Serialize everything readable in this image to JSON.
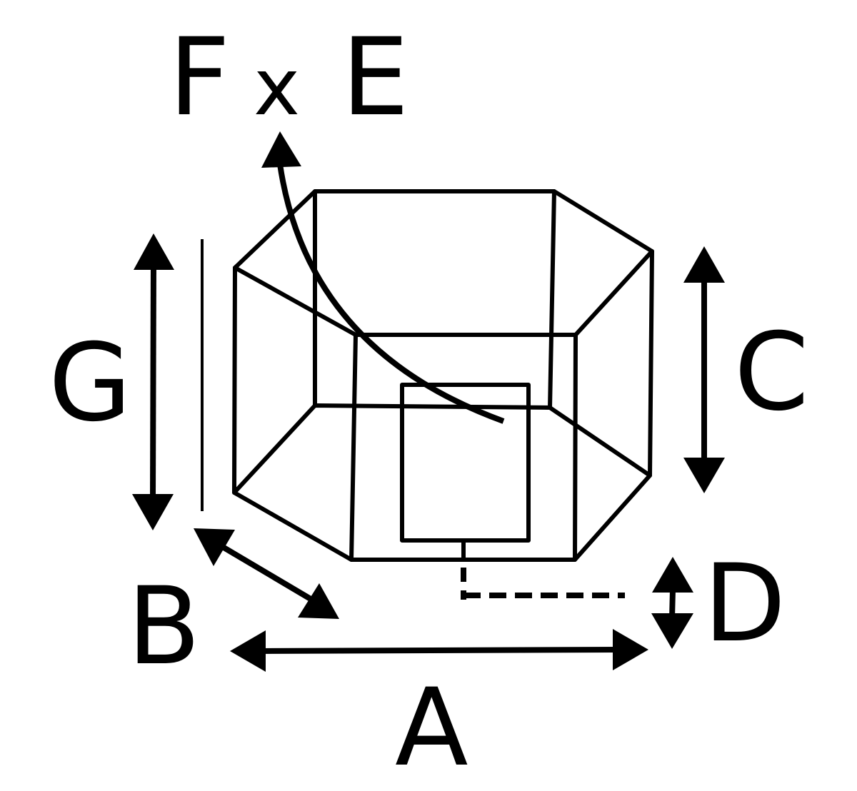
{
  "labels": {
    "f": "F",
    "x": "x",
    "e": "E",
    "g": "G",
    "c": "C",
    "b": "B",
    "d": "D",
    "a": "A"
  },
  "colors": {
    "ink": "#000000",
    "background": "#ffffff"
  }
}
